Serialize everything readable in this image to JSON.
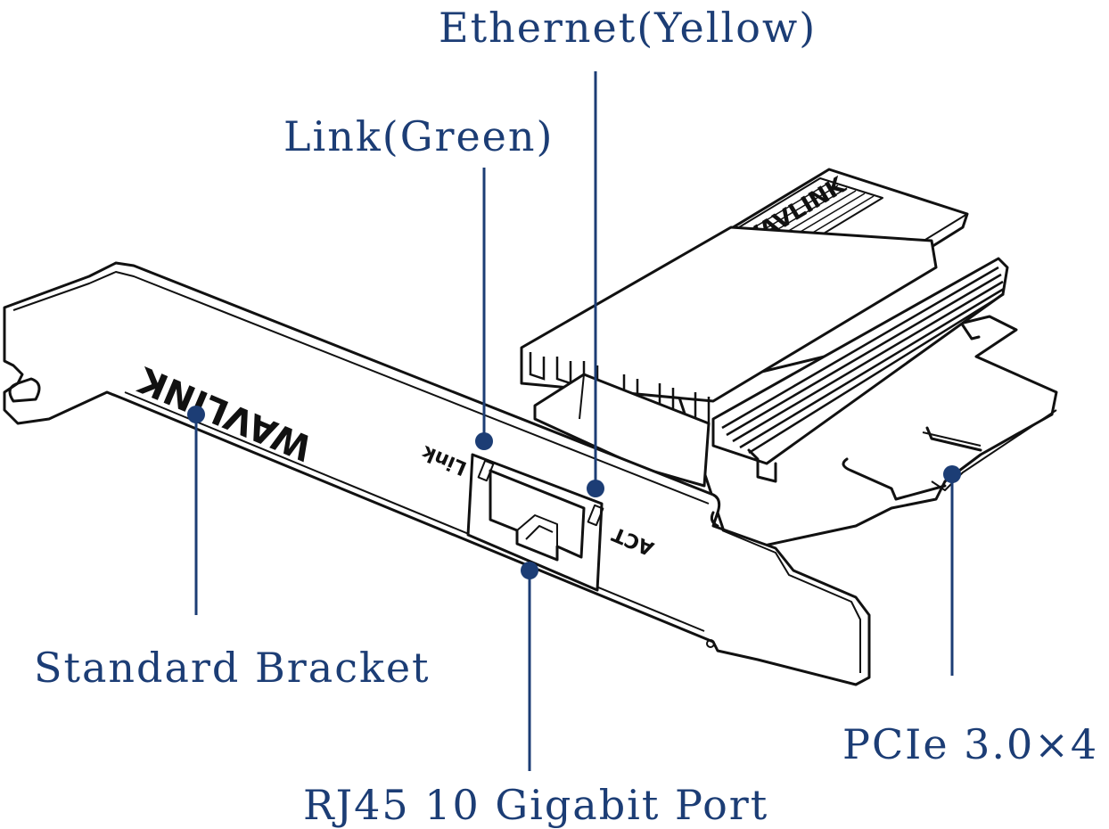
{
  "labels": {
    "ethernet": "Ethernet(Yellow)",
    "link": "Link(Green)",
    "bracket": "Standard Bracket",
    "port": "RJ45 10 Gigabit Port",
    "pcie": "PCIe 3.0×4"
  },
  "device": {
    "bracket_brand": "WAVLINK",
    "heatsink_brand": "WAVLINK",
    "led_link": "Link",
    "led_act": "ACT"
  },
  "colors": {
    "callout": "#1c3d75",
    "ink": "#111111",
    "background": "#ffffff"
  }
}
